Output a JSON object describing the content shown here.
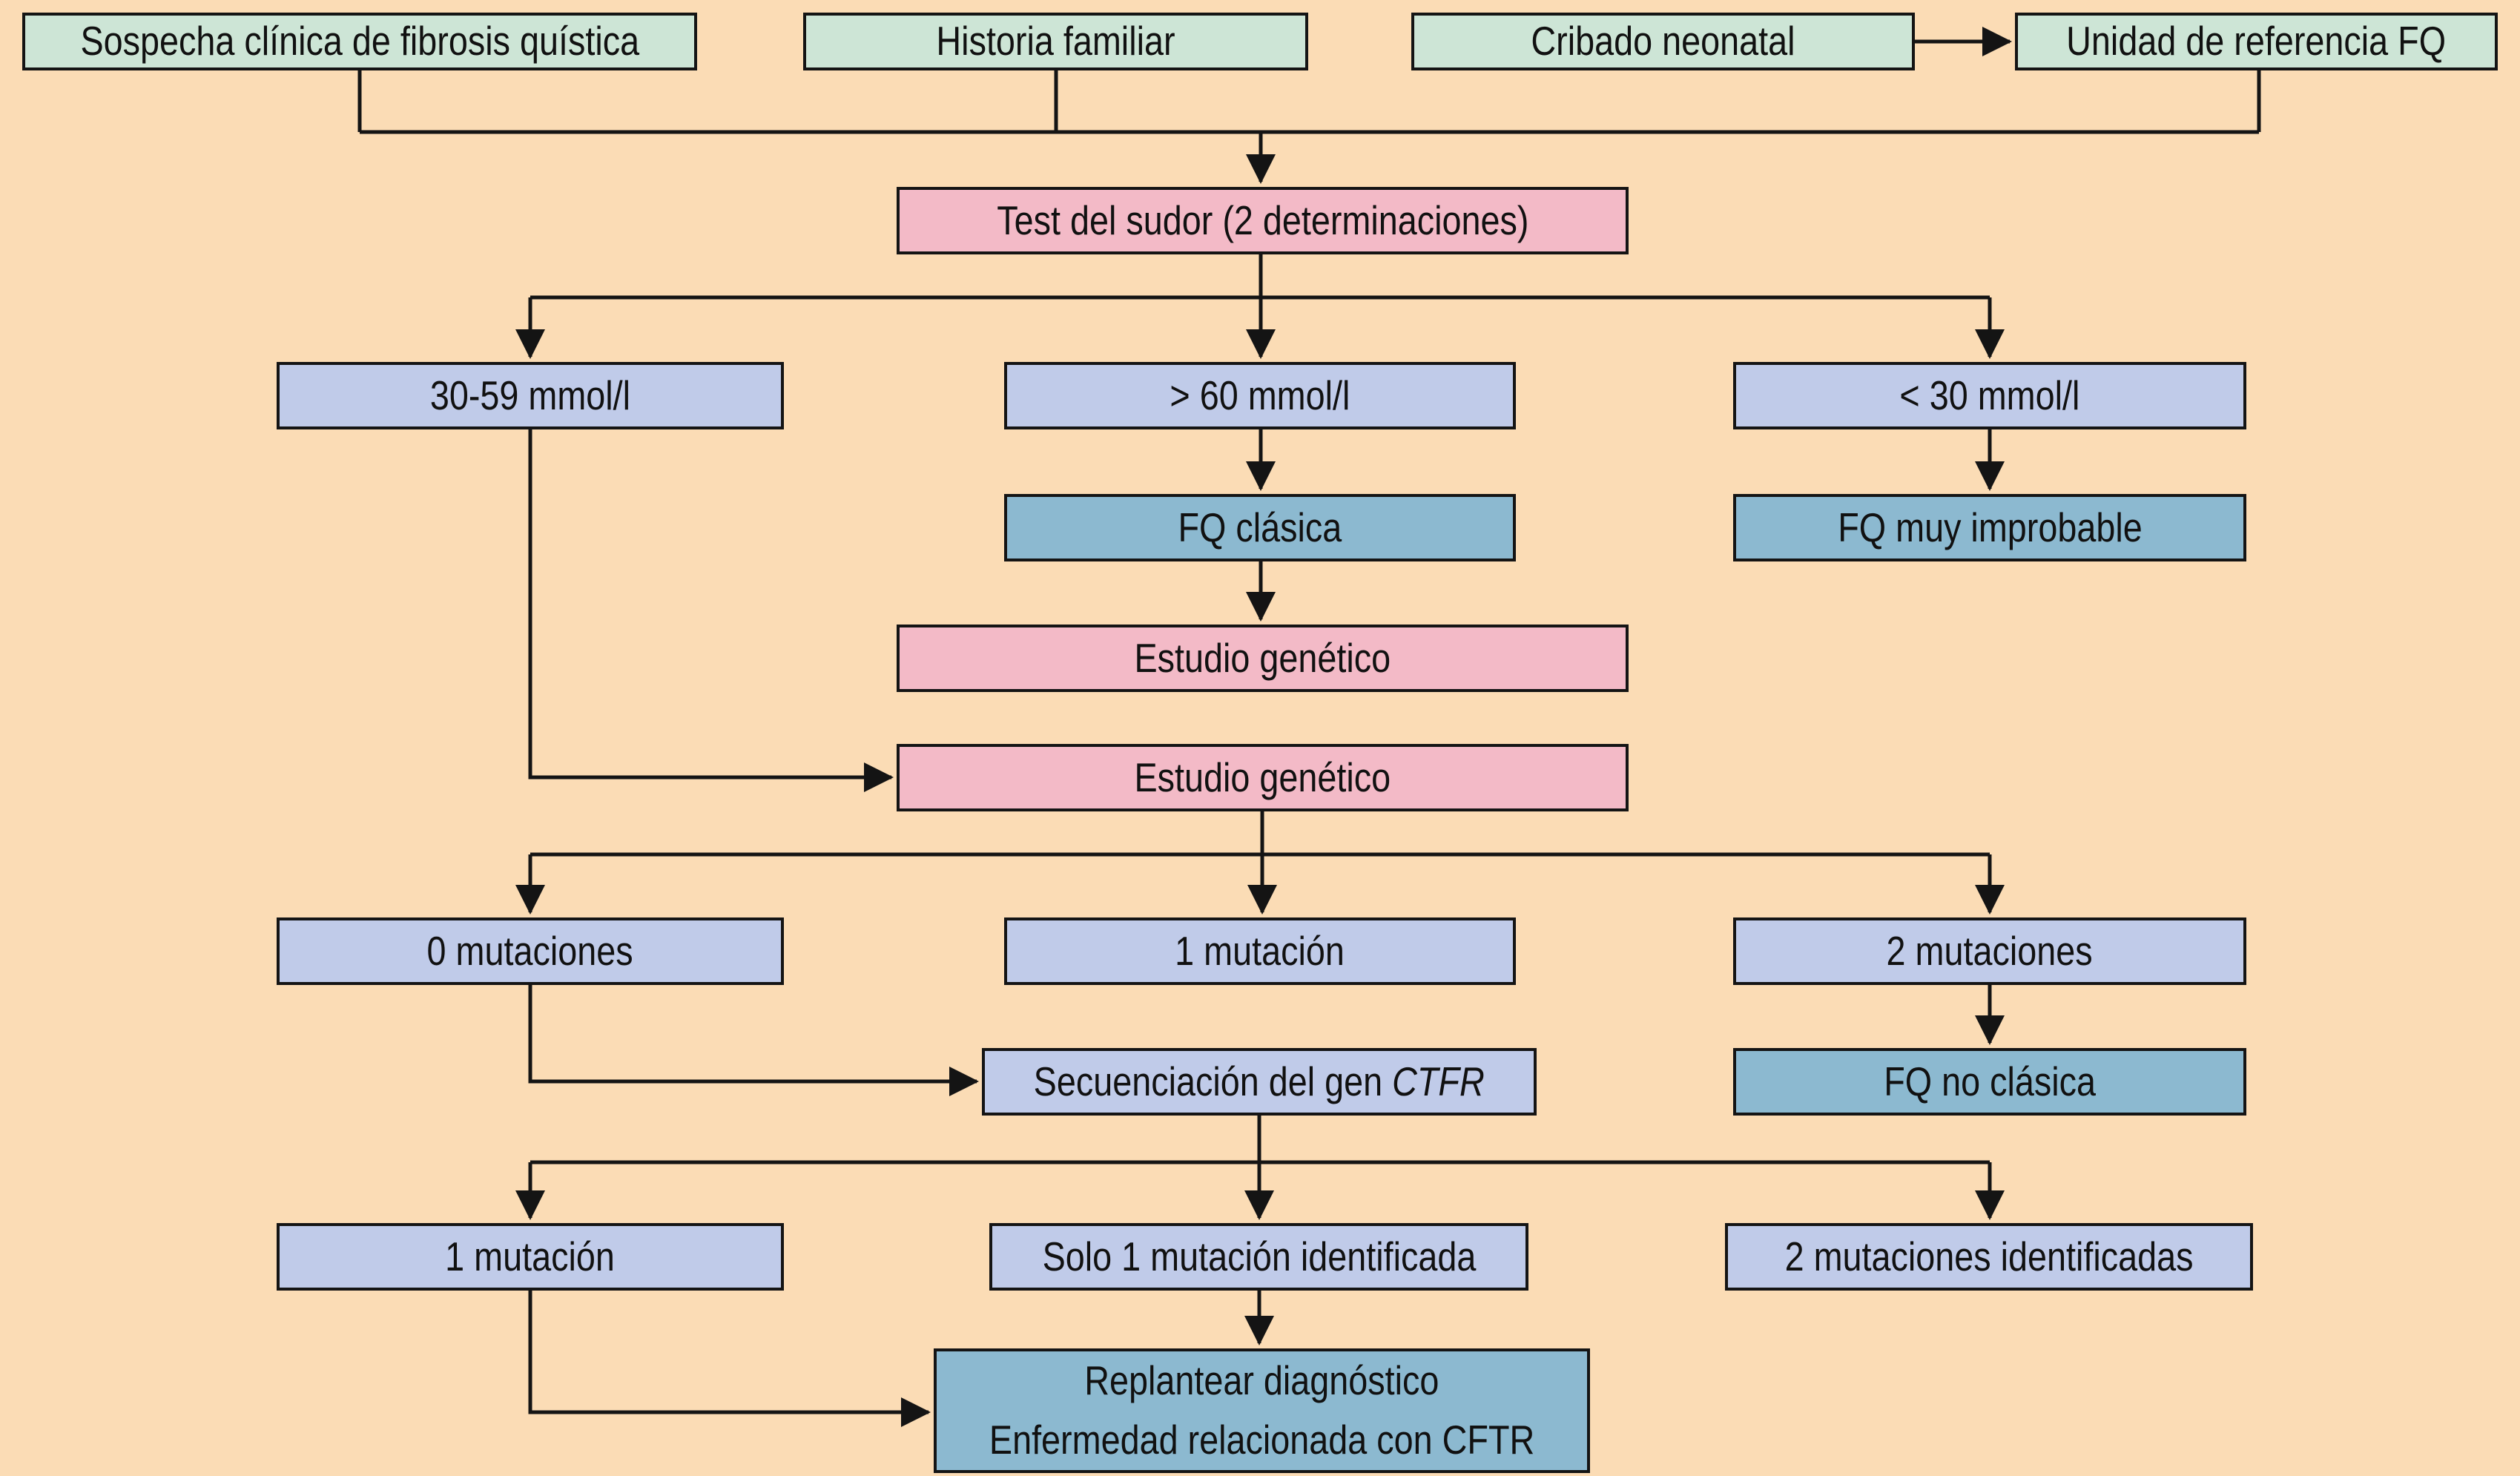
{
  "colors": {
    "background": "#fbdcb5",
    "node_green": "#cde5d6",
    "node_pink": "#f3bac7",
    "node_periwinkle": "#c0cbe9",
    "node_blue": "#8cb9d0",
    "line": "#141414",
    "text": "#111111"
  },
  "nodes": {
    "sospecha": {
      "label": "Sospecha clínica de fibrosis quística"
    },
    "historia": {
      "label": "Historia familiar"
    },
    "cribado": {
      "label": "Cribado neonatal"
    },
    "unidad": {
      "label": "Unidad de referencia FQ"
    },
    "test_sudor": {
      "label": "Test del sudor (2 determinaciones)"
    },
    "sudor_30_59": {
      "label": "30-59 mmol/l"
    },
    "sudor_mayor_60": {
      "label": "> 60 mmol/l"
    },
    "sudor_menor_30": {
      "label": "< 30 mmol/l"
    },
    "fq_clasica": {
      "label": "FQ clásica"
    },
    "fq_muy_improbable": {
      "label": "FQ muy improbable"
    },
    "estudio_genetico_1": {
      "label": "Estudio genético"
    },
    "estudio_genetico_2": {
      "label": "Estudio genético"
    },
    "mutaciones_0": {
      "label": "0 mutaciones"
    },
    "mutacion_1": {
      "label": "1 mutación"
    },
    "mutaciones_2": {
      "label": "2 mutaciones"
    },
    "secuenciacion": {
      "label_prefix": "Secuenciación del gen ",
      "gene": "CTFR"
    },
    "fq_no_clasica": {
      "label": "FQ no clásica"
    },
    "mutacion_1_post": {
      "label": "1 mutación"
    },
    "solo_1_identificada": {
      "label": "Solo 1 mutación identificada"
    },
    "mutaciones_2_identificadas": {
      "label": "2 mutaciones identificadas"
    },
    "replantear": {
      "line1": "Replantear diagnóstico",
      "line2": "Enfermedad relacionada con CFTR"
    }
  }
}
